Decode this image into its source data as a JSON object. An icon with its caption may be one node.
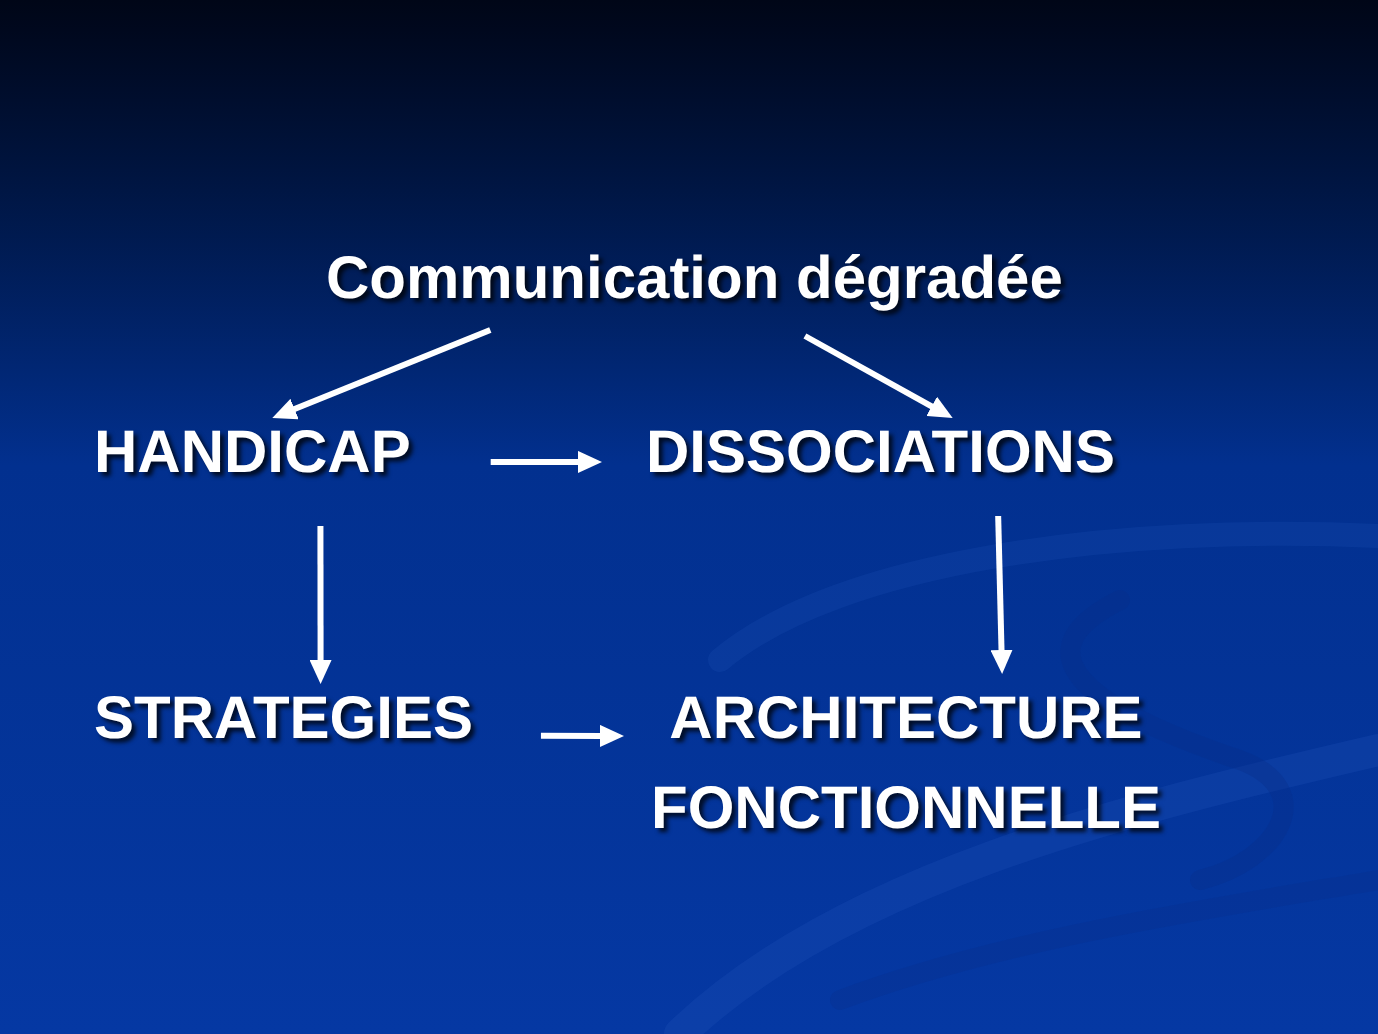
{
  "diagram": {
    "nodes": [
      {
        "text": [
          "Communication dégradée"
        ]
      },
      {
        "text": [
          "HANDICAP"
        ]
      },
      {
        "text": [
          "DISSOCIATIONS"
        ]
      },
      {
        "text": [
          "STRATEGIES"
        ]
      },
      {
        "text": [
          "ARCHITECTURE FONCTIONNELLE"
        ]
      }
    ],
    "edges": [
      {
        "from": 0,
        "to": 1,
        "arrow": "to"
      },
      {
        "from": 0,
        "to": 2,
        "arrow": "to"
      },
      {
        "from": 1,
        "to": 2,
        "arrow": "to"
      },
      {
        "from": 1,
        "to": 3,
        "arrow": "to"
      },
      {
        "from": 2,
        "to": 4,
        "arrow": "to"
      },
      {
        "from": 3,
        "to": 4,
        "arrow": "to"
      }
    ]
  }
}
